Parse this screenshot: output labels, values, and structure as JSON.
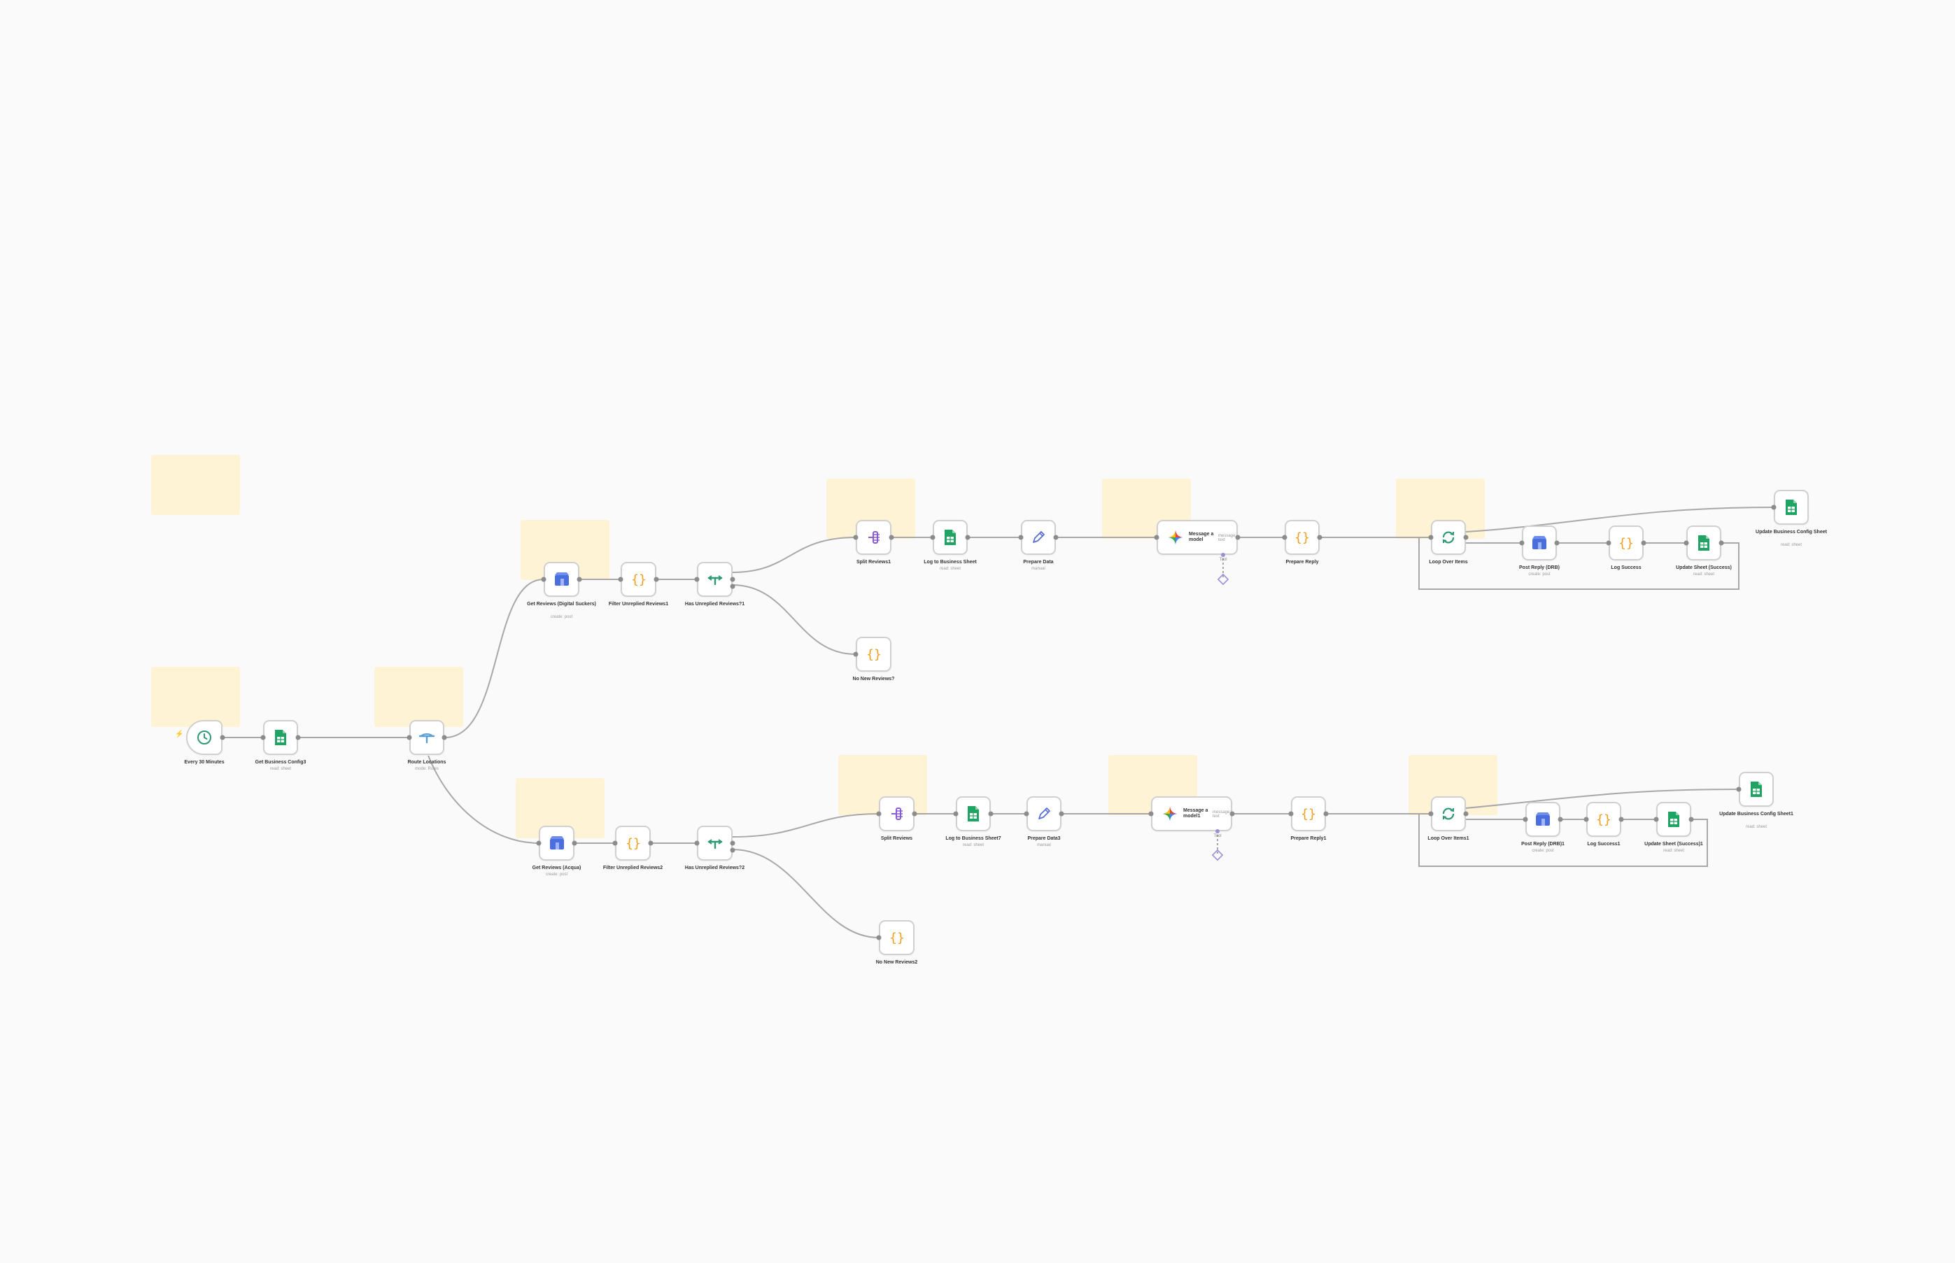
{
  "canvas": {
    "background": "#fafafa",
    "sticky_color": "#fff3d6",
    "edge_color": "#a8a8a8"
  },
  "workflow": {
    "trigger": {
      "label": "Every 30 Minutes",
      "icon": "clock-icon"
    },
    "get_config": {
      "label": "Get Business Config3",
      "sub": "read: sheet",
      "icon": "google-sheets-icon"
    },
    "route": {
      "label": "Route Locations",
      "sub": "mode: Rules",
      "icon": "switch-icon"
    },
    "top": {
      "get_reviews": {
        "label": "Get Reviews (Digital Suckers)",
        "sub": "create: post",
        "icon": "google-business-icon"
      },
      "filter": {
        "label": "Filter Unreplied Reviews1",
        "icon": "code-braces-icon"
      },
      "has_unreplied": {
        "label": "Has Unreplied Reviews?1",
        "icon": "if-icon"
      },
      "split": {
        "label": "Split Reviews1",
        "icon": "split-icon"
      },
      "log_sheet": {
        "label": "Log to Business Sheet",
        "sub": "read: sheet",
        "icon": "google-sheets-icon"
      },
      "prepare_data": {
        "label": "Prepare Data",
        "sub": "manual",
        "icon": "pencil-icon"
      },
      "message_model": {
        "label": "Message a model",
        "sub": "message: text",
        "icon": "gemini-icon"
      },
      "prepare_reply": {
        "label": "Prepare Reply",
        "icon": "code-braces-icon"
      },
      "loop": {
        "label": "Loop Over Items",
        "icon": "loop-icon"
      },
      "post_reply": {
        "label": "Post Reply (DRB)",
        "sub": "create: post",
        "icon": "google-business-icon"
      },
      "log_success": {
        "label": "Log Success",
        "icon": "code-braces-icon"
      },
      "update_sheet": {
        "label": "Update Sheet (Success)",
        "sub": "read: sheet",
        "icon": "google-sheets-icon"
      },
      "update_config": {
        "label": "Update Business Config Sheet",
        "sub": "read: sheet",
        "icon": "google-sheets-icon"
      },
      "no_new": {
        "label": "No New Reviews?",
        "icon": "code-braces-icon"
      },
      "model_port": "Tool"
    },
    "bottom": {
      "get_reviews": {
        "label": "Get Reviews (Acqua)",
        "sub": "create: post",
        "icon": "google-business-icon"
      },
      "filter": {
        "label": "Filter Unreplied Reviews2",
        "icon": "code-braces-icon"
      },
      "has_unreplied": {
        "label": "Has Unreplied Reviews?2",
        "icon": "if-icon"
      },
      "split": {
        "label": "Split Reviews",
        "icon": "split-icon"
      },
      "log_sheet": {
        "label": "Log to Business Sheet7",
        "sub": "read: sheet",
        "icon": "google-sheets-icon"
      },
      "prepare_data": {
        "label": "Prepare Data3",
        "sub": "manual",
        "icon": "pencil-icon"
      },
      "message_model": {
        "label": "Message a model1",
        "sub": "message: text",
        "icon": "gemini-icon"
      },
      "prepare_reply": {
        "label": "Prepare Reply1",
        "icon": "code-braces-icon"
      },
      "loop": {
        "label": "Loop Over Items1",
        "icon": "loop-icon"
      },
      "post_reply": {
        "label": "Post Reply (DRB)1",
        "sub": "create: post",
        "icon": "google-business-icon"
      },
      "log_success": {
        "label": "Log Success1",
        "icon": "code-braces-icon"
      },
      "update_sheet": {
        "label": "Update Sheet (Success)1",
        "sub": "read: sheet",
        "icon": "google-sheets-icon"
      },
      "update_config": {
        "label": "Update Business Config Sheet1",
        "sub": "read: sheet",
        "icon": "google-sheets-icon"
      },
      "no_new": {
        "label": "No New Reviews2",
        "icon": "code-braces-icon"
      },
      "model_port": "Tool"
    }
  }
}
